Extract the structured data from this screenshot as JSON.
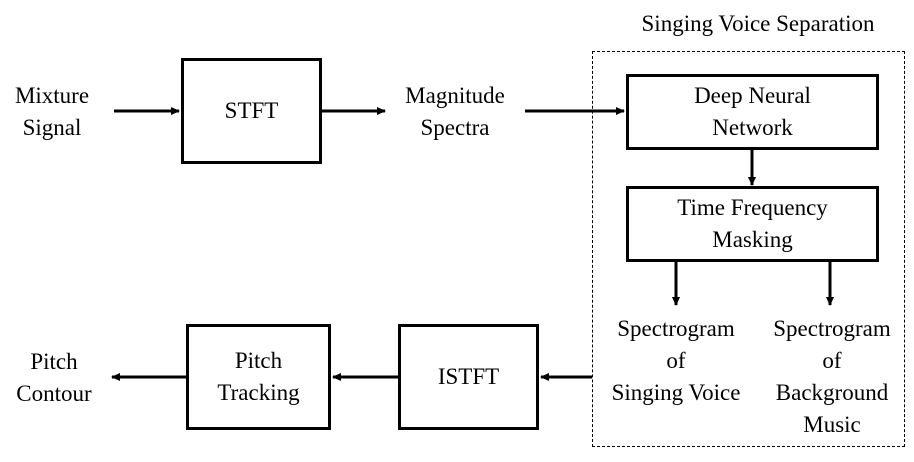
{
  "nodes": {
    "mixture_signal": "Mixture\nSignal",
    "stft": "STFT",
    "magnitude_spectra": "Magnitude\nSpectra",
    "deep_neural_network": "Deep Neural\nNetwork",
    "time_frequency_masking": "Time Frequency\nMasking",
    "spectrogram_singing_voice": "Spectrogram\nof\nSinging Voice",
    "spectrogram_background_music": "Spectrogram\nof\nBackground\nMusic",
    "istft": "ISTFT",
    "pitch_tracking": "Pitch\nTracking",
    "pitch_contour": "Pitch\nContour"
  },
  "group": {
    "title": "Singing Voice Separation"
  },
  "edges": [
    {
      "from": "mixture_signal",
      "to": "stft"
    },
    {
      "from": "stft",
      "to": "magnitude_spectra"
    },
    {
      "from": "magnitude_spectra",
      "to": "deep_neural_network"
    },
    {
      "from": "deep_neural_network",
      "to": "time_frequency_masking"
    },
    {
      "from": "time_frequency_masking",
      "to": "spectrogram_singing_voice"
    },
    {
      "from": "time_frequency_masking",
      "to": "spectrogram_background_music"
    },
    {
      "from": "singing_voice_separation",
      "to": "istft"
    },
    {
      "from": "istft",
      "to": "pitch_tracking"
    },
    {
      "from": "pitch_tracking",
      "to": "pitch_contour"
    }
  ],
  "colors": {
    "stroke": "#000000",
    "background": "#ffffff"
  }
}
